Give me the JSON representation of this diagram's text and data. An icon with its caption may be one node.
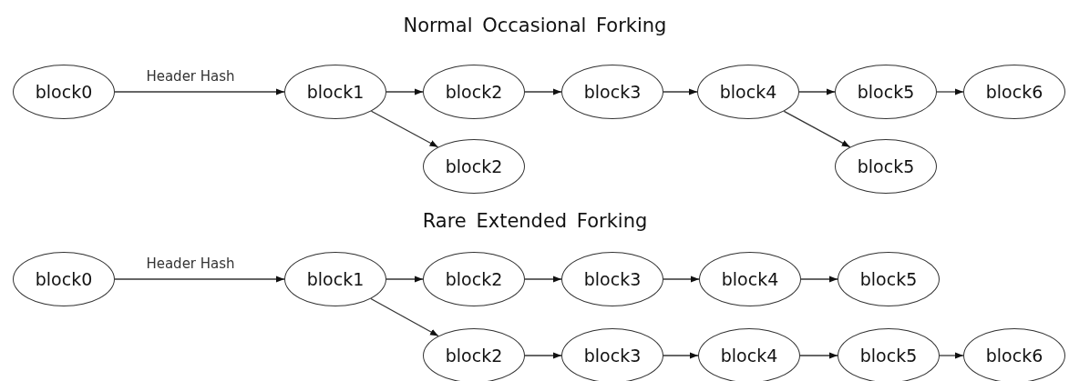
{
  "diagram": {
    "nodes": [
      {
        "text": [
          "block0"
        ]
      },
      {
        "text": [
          "block1"
        ]
      },
      {
        "text": [
          "block2"
        ]
      },
      {
        "text": [
          "block3"
        ]
      },
      {
        "text": [
          "block4"
        ]
      },
      {
        "text": [
          "block5"
        ]
      },
      {
        "text": [
          "block6"
        ]
      },
      {
        "text": [
          "block2"
        ]
      },
      {
        "text": [
          "block5"
        ]
      },
      {
        "text": [
          "block0"
        ]
      },
      {
        "text": [
          "block1"
        ]
      },
      {
        "text": [
          "block2"
        ]
      },
      {
        "text": [
          "block3"
        ]
      },
      {
        "text": [
          "block4"
        ]
      },
      {
        "text": [
          "block5"
        ]
      },
      {
        "text": [
          "block2"
        ]
      },
      {
        "text": [
          "block3"
        ]
      },
      {
        "text": [
          "block4"
        ]
      },
      {
        "text": [
          "block5"
        ]
      },
      {
        "text": [
          "block6"
        ]
      }
    ],
    "edges": [
      {
        "from": 0,
        "to": 1,
        "arrow": "to",
        "label": "Header Hash"
      },
      {
        "from": 1,
        "to": 2,
        "arrow": "to"
      },
      {
        "from": 2,
        "to": 3,
        "arrow": "to"
      },
      {
        "from": 3,
        "to": 4,
        "arrow": "to"
      },
      {
        "from": 4,
        "to": 5,
        "arrow": "to"
      },
      {
        "from": 5,
        "to": 6,
        "arrow": "to"
      },
      {
        "from": 1,
        "to": 7,
        "arrow": "to"
      },
      {
        "from": 4,
        "to": 8,
        "arrow": "to"
      },
      {
        "from": 9,
        "to": 10,
        "arrow": "to",
        "label": "Header Hash"
      },
      {
        "from": 10,
        "to": 11,
        "arrow": "to"
      },
      {
        "from": 11,
        "to": 12,
        "arrow": "to"
      },
      {
        "from": 12,
        "to": 13,
        "arrow": "to"
      },
      {
        "from": 13,
        "to": 14,
        "arrow": "to"
      },
      {
        "from": 10,
        "to": 15,
        "arrow": "to"
      },
      {
        "from": 15,
        "to": 16,
        "arrow": "to"
      },
      {
        "from": 16,
        "to": 17,
        "arrow": "to"
      },
      {
        "from": 17,
        "to": 18,
        "arrow": "to"
      },
      {
        "from": 18,
        "to": 19,
        "arrow": "to"
      }
    ],
    "labels": [
      "Normal Occasional Forking",
      "Rare Extended Forking"
    ]
  }
}
